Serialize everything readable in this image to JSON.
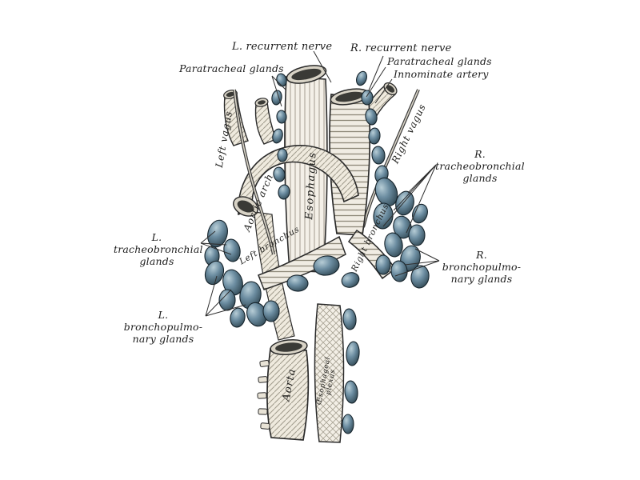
{
  "illustration": {
    "labels": {
      "l_recurrent_nerve": "L. recurrent nerve",
      "r_recurrent_nerve": "R. recurrent nerve",
      "paratracheal_left": "Paratracheal glands",
      "paratracheal_right": "Paratracheal glands",
      "innominate_artery": "Innominate artery",
      "left_vagus": "Left vagus",
      "right_vagus": "Right vagus",
      "esophagus_upper": "Esophagus",
      "aortic_arch": "Aortic arch",
      "left_bronchus": "Left bronchus",
      "right_bronchus": "Right bronchus",
      "r_tracheobronchial": "R. tracheobronchial\nglands",
      "l_tracheobronchial": "L. tracheobronchial\nglands",
      "r_bronchopulmonary": "R. bronchopulmo-\nnary glands",
      "l_bronchopulmonary": "L. bronchopulmo-\nnary glands",
      "aorta_lower": "Aorta",
      "esophageal_plexus": "Œsophageal\nplexus"
    },
    "colors": {
      "ink": "#2b2b2b",
      "paper": "#ffffff",
      "gland_highlight": "#b7cdd6",
      "gland_fill": "#6b8ca0",
      "gland_shadow": "#2e4550"
    }
  }
}
